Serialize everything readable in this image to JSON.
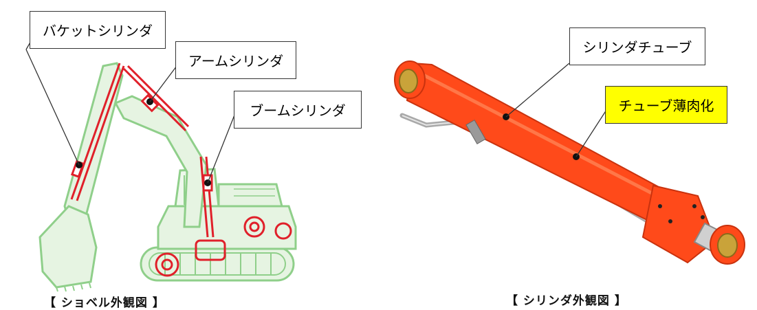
{
  "left": {
    "labels": {
      "bucket_cylinder": "バケットシリンダ",
      "arm_cylinder": "アームシリンダ",
      "boom_cylinder": "ブームシリンダ"
    },
    "caption": "【 ショベル外観図 】"
  },
  "right": {
    "labels": {
      "cylinder_tube": "シリンダチューブ",
      "tube_thinning": "チューブ薄肉化"
    },
    "caption": "【 シリンダ外観図 】"
  },
  "colors": {
    "excavator_outline": "#8fcf8a",
    "excavator_fill": "#e6f4e2",
    "hydraulic_red": "#e0202a",
    "cylinder_orange": "#ff4a1a",
    "highlight": "#ffff00"
  }
}
